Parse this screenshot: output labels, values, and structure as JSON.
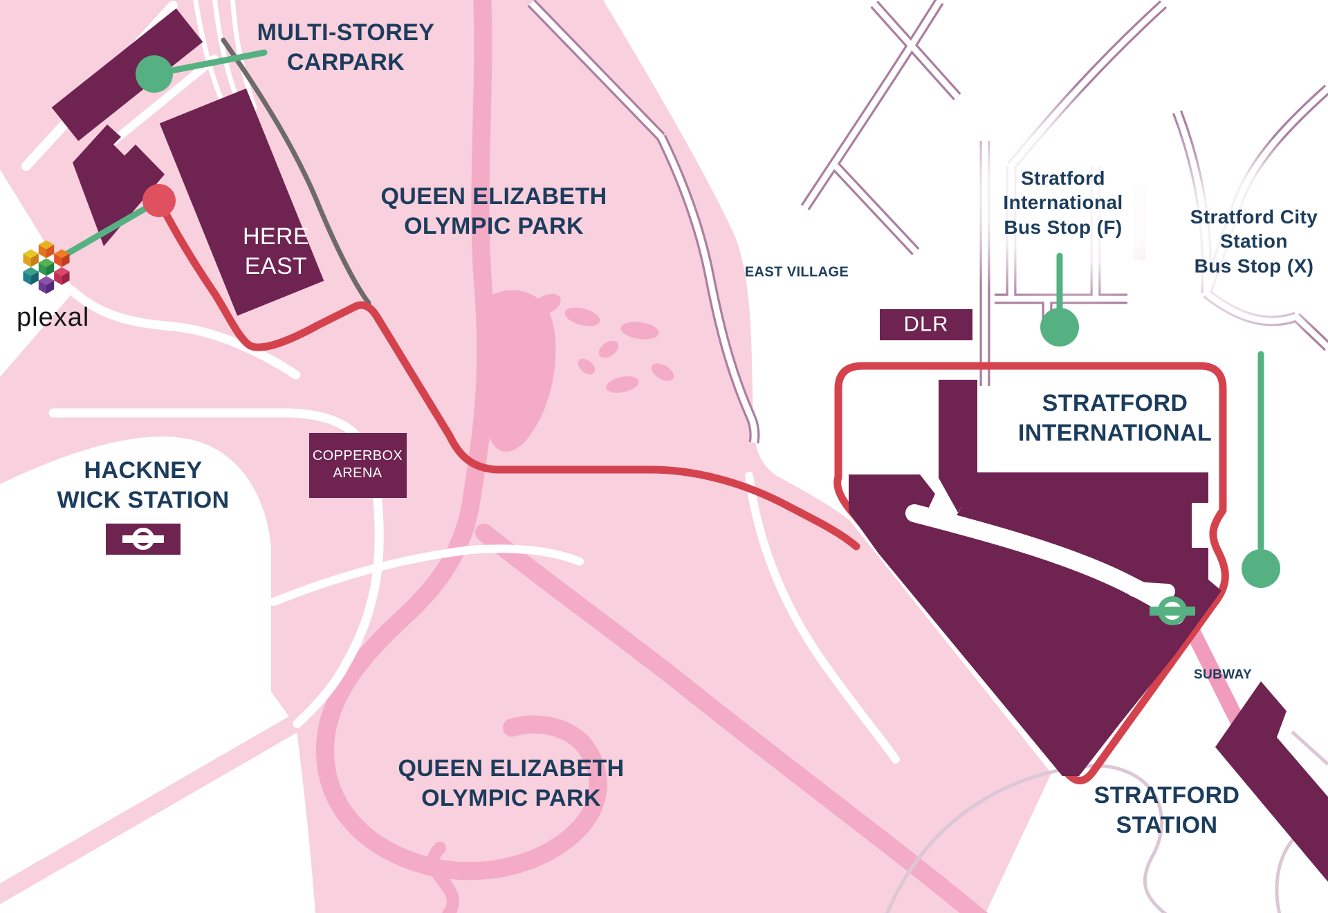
{
  "title": "Plexal / Here East to Stratford wayfinding map",
  "labels": {
    "multi_storey_carpark": {
      "line1": "MULTI-STOREY",
      "line2": "CARPARK"
    },
    "here_east": {
      "line1": "HERE",
      "line2": "EAST"
    },
    "qeop_top": {
      "line1": "QUEEN ELIZABETH",
      "line2": "OLYMPIC PARK"
    },
    "east_village": "EAST VILLAGE",
    "dlr": "DLR",
    "bus_stop_f": {
      "line1": "Stratford",
      "line2": "International",
      "line3": "Bus Stop (F)"
    },
    "bus_stop_x": {
      "line1": "Stratford City",
      "line2": "Station",
      "line3": "Bus Stop (X)"
    },
    "stratford_international": {
      "line1": "STRATFORD",
      "line2": "INTERNATIONAL"
    },
    "copperbox_arena": {
      "line1": "COPPERBOX",
      "line2": "ARENA"
    },
    "hackney_wick": {
      "line1": "HACKNEY",
      "line2": "WICK STATION"
    },
    "qeop_bottom": {
      "line1": "QUEEN ELIZABETH",
      "line2": "OLYMPIC PARK"
    },
    "subway": "SUBWAY",
    "stratford_station": {
      "line1": "STRATFORD",
      "line2": "STATION"
    },
    "plexal": "plexal"
  },
  "icons": {
    "carpark_marker": "green-dot-pin",
    "plexal_marker": "red-dot-pin",
    "bus_stop_f_marker": "green-dot-pin",
    "bus_stop_x_marker": "green-dot-pin",
    "hackney_wick_roundel": "tfl-roundel-white",
    "stratford_international_roundel": "tfl-roundel-green",
    "plexal_logo": "isometric-cube-knot"
  },
  "colors": {
    "park_pink": "#f8d0de",
    "river_pink": "#f4abc6",
    "subway_pink": "#f19cbc",
    "building_maroon": "#6e2351",
    "route_red": "#d4424e",
    "pin_red": "#e0515f",
    "marker_green": "#56b182",
    "text_navy": "#1c3c5c",
    "road_mauve": "#aa7fa0",
    "road_light_mauve": "#dcc7d6",
    "rail_grey": "#6e6a6a",
    "white": "#ffffff"
  }
}
